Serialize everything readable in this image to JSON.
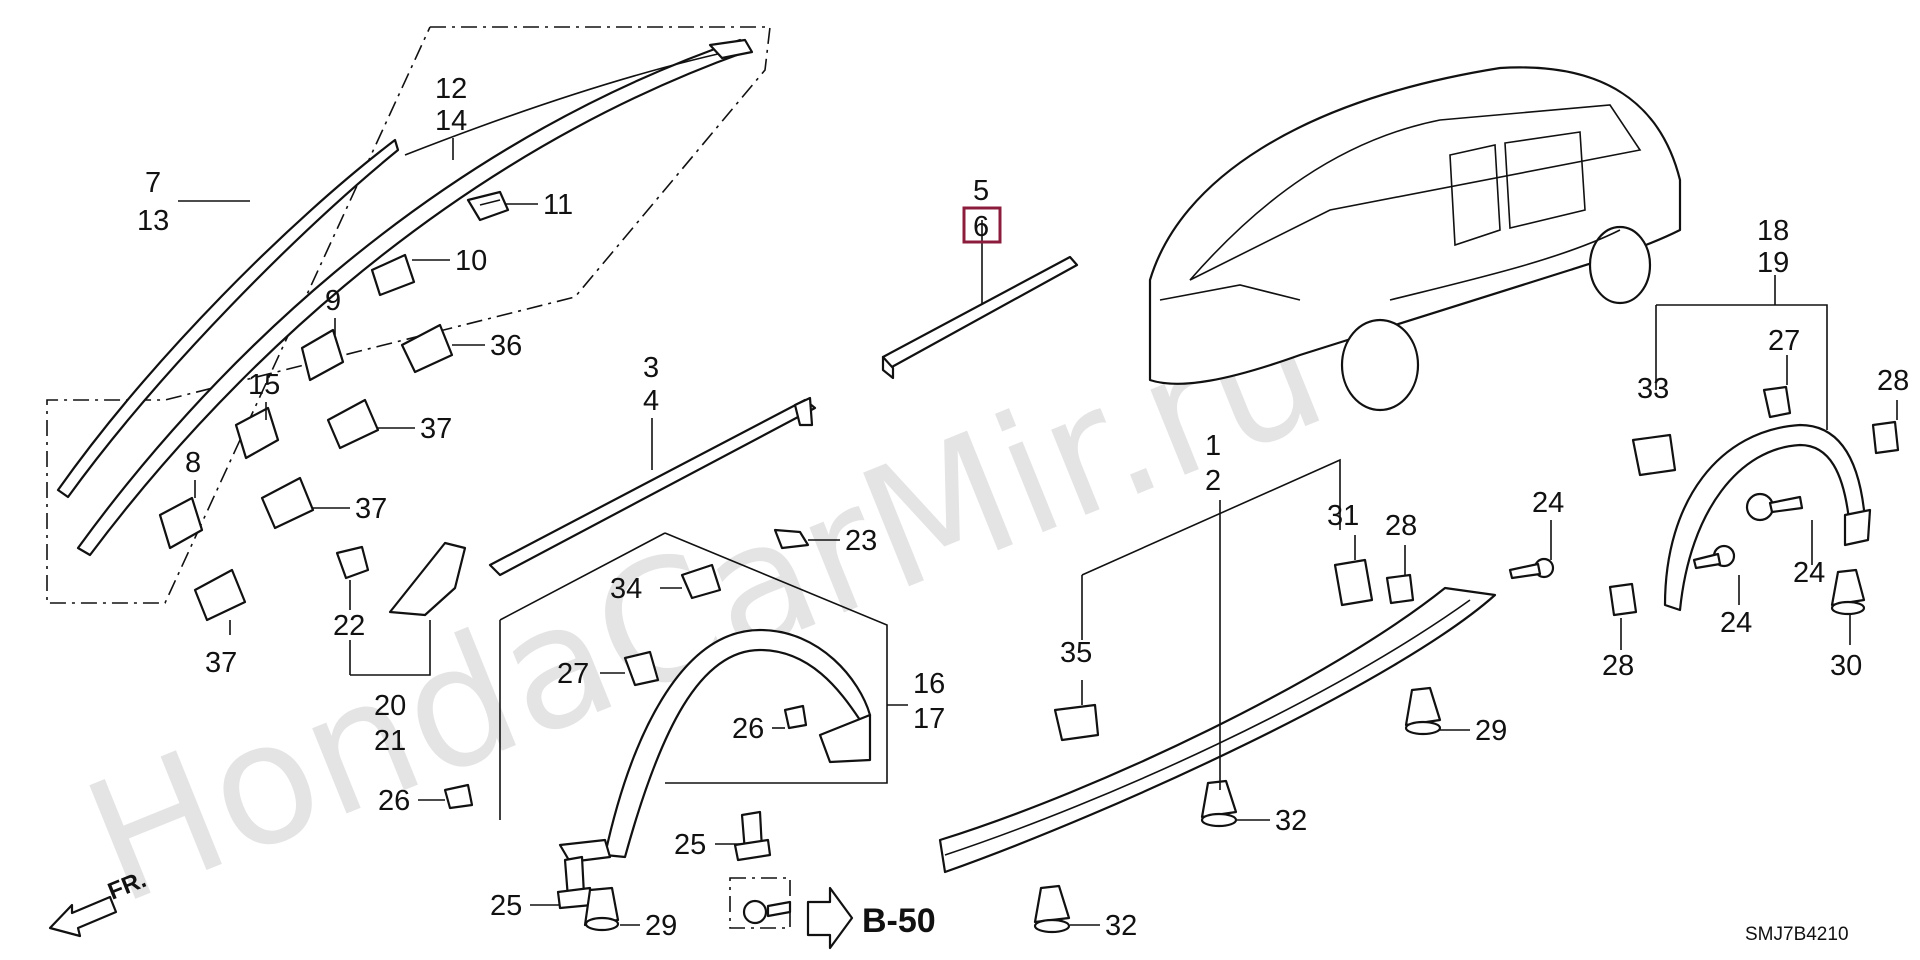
{
  "watermark": "HondaCarMir.ru",
  "diagram_code": "SMJ7B4210",
  "direction_label": "FR.",
  "reference_label": "B-50",
  "highlight_colour": "#8c1c3c",
  "labels": [
    {
      "id": "7",
      "text": "7"
    },
    {
      "id": "13",
      "text": "13"
    },
    {
      "id": "12",
      "text": "12"
    },
    {
      "id": "14",
      "text": "14"
    },
    {
      "id": "11",
      "text": "11"
    },
    {
      "id": "10",
      "text": "10"
    },
    {
      "id": "9",
      "text": "9"
    },
    {
      "id": "36",
      "text": "36"
    },
    {
      "id": "15",
      "text": "15"
    },
    {
      "id": "37a",
      "text": "37"
    },
    {
      "id": "8",
      "text": "8"
    },
    {
      "id": "37b",
      "text": "37"
    },
    {
      "id": "37c",
      "text": "37"
    },
    {
      "id": "22",
      "text": "22"
    },
    {
      "id": "20",
      "text": "20"
    },
    {
      "id": "21",
      "text": "21"
    },
    {
      "id": "5",
      "text": "5"
    },
    {
      "id": "6",
      "text": "6"
    },
    {
      "id": "3",
      "text": "3"
    },
    {
      "id": "4",
      "text": "4"
    },
    {
      "id": "23",
      "text": "23"
    },
    {
      "id": "34",
      "text": "34"
    },
    {
      "id": "27a",
      "text": "27"
    },
    {
      "id": "26a",
      "text": "26"
    },
    {
      "id": "16",
      "text": "16"
    },
    {
      "id": "17",
      "text": "17"
    },
    {
      "id": "26b",
      "text": "26"
    },
    {
      "id": "25a",
      "text": "25"
    },
    {
      "id": "25b",
      "text": "25"
    },
    {
      "id": "29a",
      "text": "29"
    },
    {
      "id": "1",
      "text": "1"
    },
    {
      "id": "2",
      "text": "2"
    },
    {
      "id": "31",
      "text": "31"
    },
    {
      "id": "28a",
      "text": "28"
    },
    {
      "id": "24a",
      "text": "24"
    },
    {
      "id": "35",
      "text": "35"
    },
    {
      "id": "29b",
      "text": "29"
    },
    {
      "id": "32a",
      "text": "32"
    },
    {
      "id": "32b",
      "text": "32"
    },
    {
      "id": "18",
      "text": "18"
    },
    {
      "id": "19",
      "text": "19"
    },
    {
      "id": "27b",
      "text": "27"
    },
    {
      "id": "33",
      "text": "33"
    },
    {
      "id": "28b",
      "text": "28"
    },
    {
      "id": "24b",
      "text": "24"
    },
    {
      "id": "24c",
      "text": "24"
    },
    {
      "id": "28c",
      "text": "28"
    },
    {
      "id": "30",
      "text": "30"
    }
  ]
}
